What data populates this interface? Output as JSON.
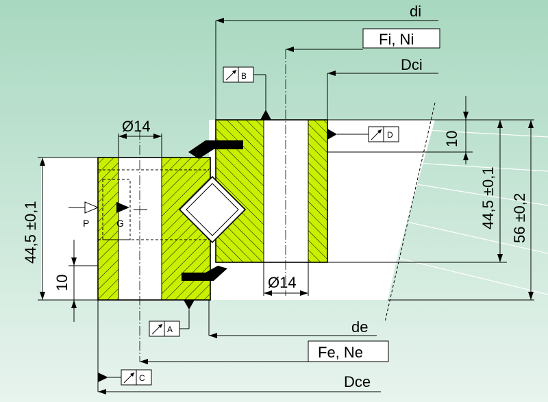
{
  "colors": {
    "background_top": "#a8d8c0",
    "background_bottom": "#e6f3ec",
    "ring_fill": "#c8f000",
    "ring_fill_light": "#dff566",
    "white": "#ffffff",
    "seal": "#000000"
  },
  "labels": {
    "di": "di",
    "fi_ni": "Fi, Ni",
    "dci": "Dci",
    "de": "de",
    "fe_ne": "Fe, Ne",
    "dce": "Dce",
    "dia14_top": "Ø14",
    "dia14_bottom": "Ø14",
    "dim_10_right": "10",
    "dim_44_5_right": "44,5 ±0,1",
    "dim_56": "56 ±0,2",
    "dim_44_5_left": "44,5 ±0,1",
    "dim_10_left": "10",
    "p": "P",
    "g": "G"
  },
  "datums": {
    "a": "A",
    "b": "B",
    "c": "C",
    "d": "D"
  }
}
